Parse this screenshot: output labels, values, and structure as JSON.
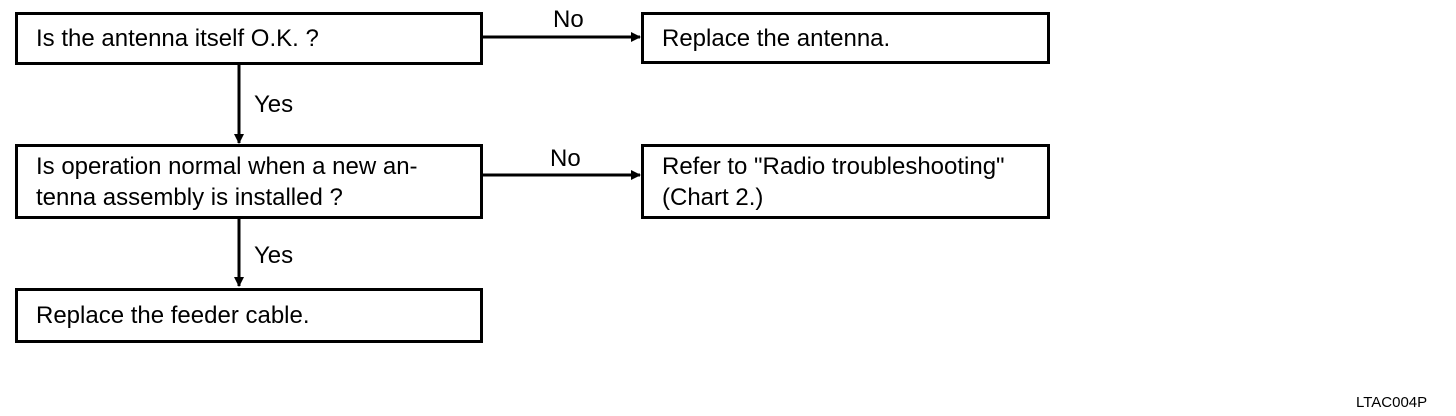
{
  "flowchart": {
    "q1": {
      "text": "Is the antenna itself O.K. ?"
    },
    "a1": {
      "text": "Replace the antenna."
    },
    "q2": {
      "line1": "Is operation normal when a new an-",
      "line2": "tenna assembly is installed ?"
    },
    "a2": {
      "line1": "Refer to \"Radio troubleshooting\"",
      "line2": "(Chart 2.)"
    },
    "a3": {
      "text": "Replace the feeder cable."
    },
    "edges": {
      "q1_no": "No",
      "q1_yes": "Yes",
      "q2_no": "No",
      "q2_yes": "Yes"
    }
  },
  "figure_code": "LTAC004P"
}
